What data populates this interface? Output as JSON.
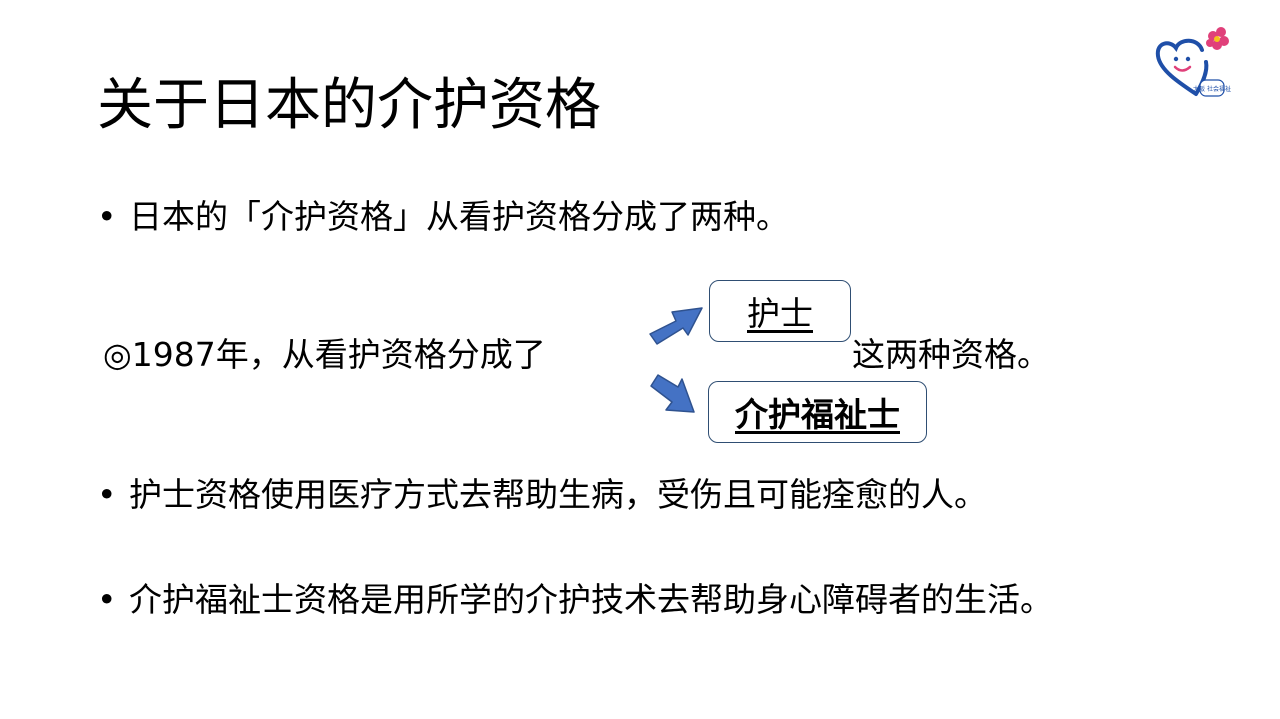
{
  "title": "关于日本的介护资格",
  "logo": {
    "icon": "heart-flower-logo",
    "text": "大阪 社会福祉",
    "colors": {
      "heart": "#1f4fa8",
      "flower": "#e0407a"
    }
  },
  "bullets": {
    "symbol": "•",
    "b1": "日本的「介护资格」从看护资格分成了两种。",
    "b2": "护士资格使用医疗方式去帮助生病，受伤且可能痊愈的人。",
    "b3": "介护福祉士资格是用所学的介护技术去帮助身心障碍者的生活。"
  },
  "split_line": {
    "prefix": "◎1987年，从看护资格分成了",
    "suffix": "这两种资格。"
  },
  "boxes": {
    "nurse": "护士",
    "care_worker": "介护福祉士"
  },
  "colors": {
    "arrow": "#4472c4",
    "arrow_border": "#2f528f",
    "box_border": "#2f4e73"
  }
}
